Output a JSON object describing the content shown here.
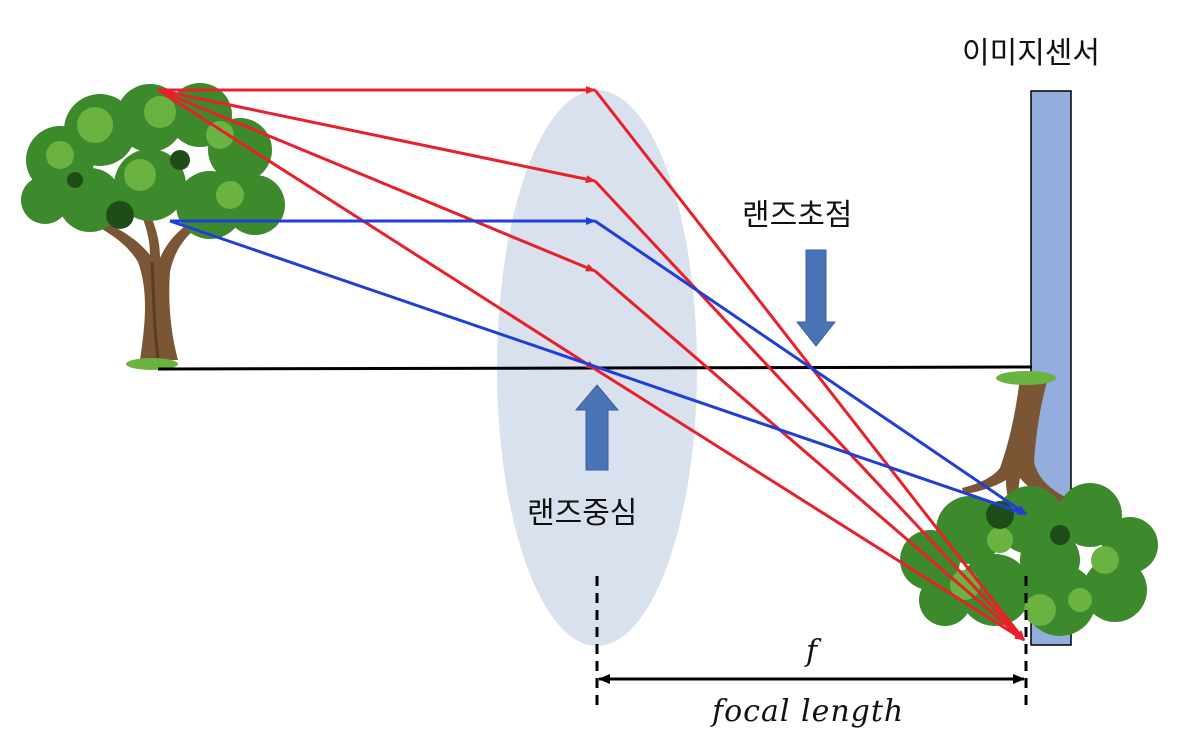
{
  "labels": {
    "image_sensor": "이미지센서",
    "lens_focus": "랜즈초점",
    "lens_center": "랜즈중심",
    "f": "f",
    "focal_length": "focal length"
  },
  "colors": {
    "red_ray": "#e8202a",
    "blue_ray": "#1f3fd6",
    "lens_fill": "#d9e1ef",
    "sensor_fill": "#93aedc",
    "arrow_fill": "#4a73b8",
    "foliage": "#3c8a2c",
    "trunk": "#7a5634"
  }
}
